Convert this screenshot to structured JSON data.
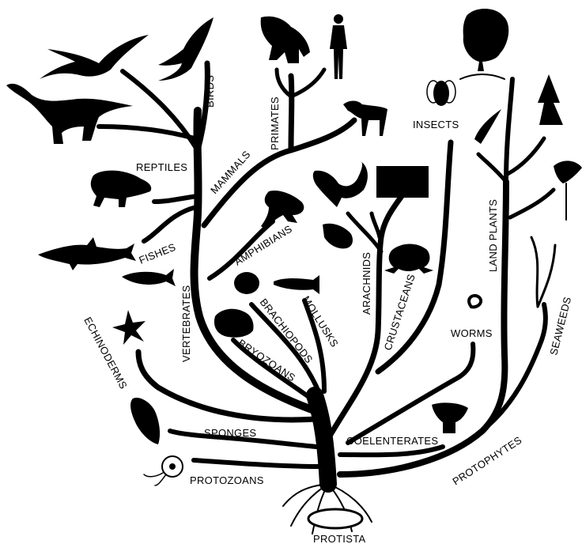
{
  "diagram": {
    "root_label": "PROTISTA",
    "branches": [
      {
        "id": "birds",
        "label": "BIRDS",
        "icon": "bird-icon"
      },
      {
        "id": "primates",
        "label": "PRIMATES",
        "icon": "primate-icon"
      },
      {
        "id": "mammals",
        "label": "MAMMALS",
        "icon": "horse-icon"
      },
      {
        "id": "reptiles",
        "label": "REPTILES",
        "icon": "turtle-icon"
      },
      {
        "id": "amphibians",
        "label": "AMPHIBIANS",
        "icon": "frog-icon"
      },
      {
        "id": "fishes",
        "label": "FISHES",
        "icon": "fish-icon"
      },
      {
        "id": "vertebrates",
        "label": "VERTEBRATES",
        "icon": ""
      },
      {
        "id": "echinoderms",
        "label": "ECHINODERMS",
        "icon": "starfish-icon"
      },
      {
        "id": "brachiopods",
        "label": "BRACHIOPODS",
        "icon": "shell-icon"
      },
      {
        "id": "mollusks",
        "label": "MOLLUSKS",
        "icon": "squid-icon"
      },
      {
        "id": "bryozoans",
        "label": "BRYOZOANS",
        "icon": "coral-icon"
      },
      {
        "id": "arachnids",
        "label": "ARACHNIDS",
        "icon": "scorpion-icon"
      },
      {
        "id": "crustaceans",
        "label": "CRUSTACEANS",
        "icon": "crab-icon"
      },
      {
        "id": "insects",
        "label": "INSECTS",
        "icon": "fly-icon"
      },
      {
        "id": "worms",
        "label": "WORMS",
        "icon": "worm-icon"
      },
      {
        "id": "land_plants",
        "label": "LAND PLANTS",
        "icon": "tree-icon"
      },
      {
        "id": "seaweeds",
        "label": "SEAWEEDS",
        "icon": "seaweed-icon"
      },
      {
        "id": "sponges",
        "label": "SPONGES",
        "icon": "sponge-icon"
      },
      {
        "id": "coelenterates",
        "label": "COELENTERATES",
        "icon": "anemone-icon"
      },
      {
        "id": "protozoans",
        "label": "PROTOZOANS",
        "icon": "protozoan-icon"
      },
      {
        "id": "protophytes",
        "label": "PROTOPHYTES",
        "icon": ""
      }
    ]
  }
}
